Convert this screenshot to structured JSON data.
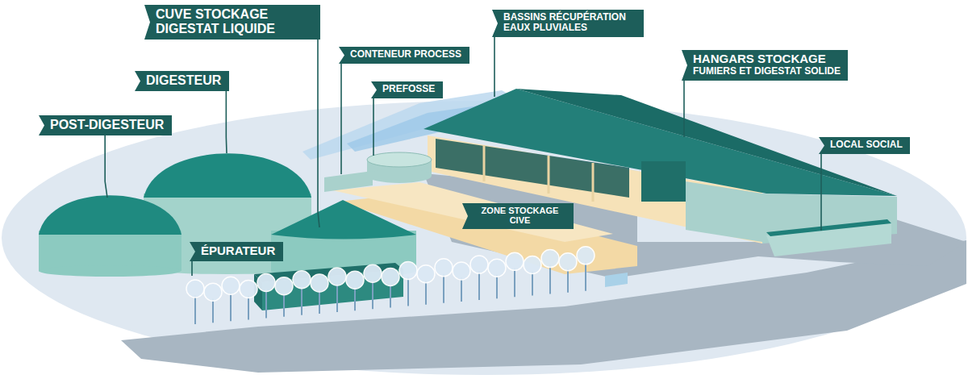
{
  "diagram": {
    "nodes": [
      {
        "text": [
          "CUVE STOCKAGE DIGESTAT LIQUIDE"
        ]
      },
      {
        "text": [
          "BASSINS RÉCUPÉRATION EAUX PLUVIALES"
        ]
      },
      {
        "text": [
          "CONTENEUR PROCESS"
        ]
      },
      {
        "text": [
          "DIGESTEUR"
        ]
      },
      {
        "text": [
          "PREFOSSE"
        ]
      },
      {
        "text": [
          "HANGARS STOCKAGE",
          "FUMIERS ET DIGESTAT SOLIDE"
        ]
      },
      {
        "text": [
          "POST-DIGESTEUR"
        ]
      },
      {
        "text": [
          "LOCAL SOCIAL"
        ]
      },
      {
        "text": [
          "ZONE STOCKAGE CIVE"
        ]
      },
      {
        "text": [
          "ÉPURATEUR"
        ]
      }
    ]
  }
}
